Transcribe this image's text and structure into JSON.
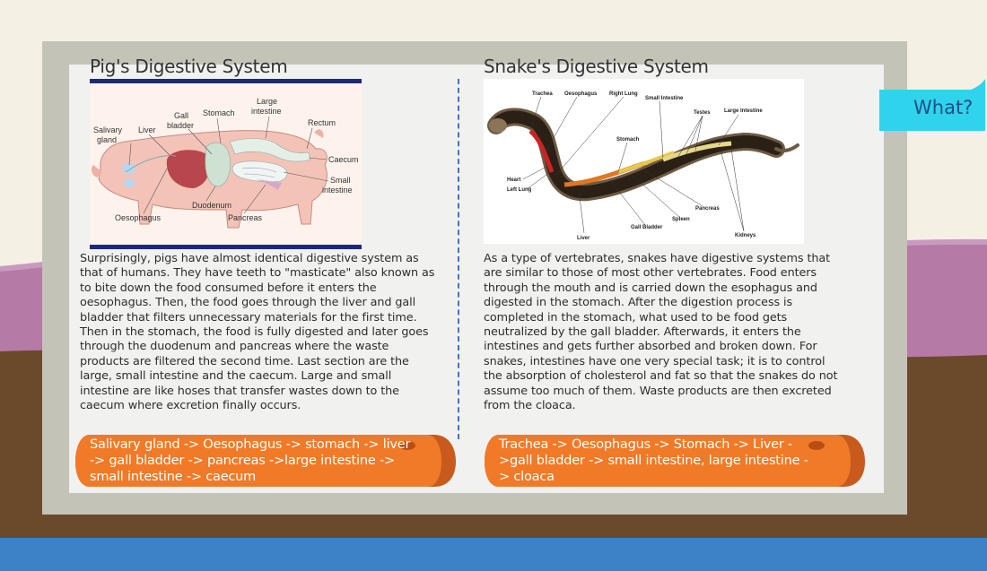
{
  "colors": {
    "accent_orange": "#f07a28",
    "tab_cyan": "#2fd3ec",
    "divider_blue": "#3f74c7",
    "ground_brown": "#6b4a2b",
    "hill_purple": "#b67aa6",
    "water_blue": "#3b82c6"
  },
  "tab": {
    "label": "What?"
  },
  "pig": {
    "title": "Pig's Digestive System",
    "labels": [
      "Salivary gland",
      "Liver",
      "Gall bladder",
      "Stomach",
      "Large intestine",
      "Rectum",
      "Caecum",
      "Small intestine",
      "Duodenum",
      "Oesophagus",
      "Pancreas"
    ],
    "body": "Surprisingly, pigs have almost identical digestive system as that of humans. They have teeth to \"masticate\" also known as to bite down the food consumed before it enters the oesophagus. Then, the food goes through the liver and gall bladder that filters unnecessary materials for the first time. Then in the stomach, the food is fully digested and later goes through the duodenum and pancreas where the waste products are filtered the second time. Last section are the large, small intestine and the caecum. Large and small intestine are like hoses that transfer wastes down to the caecum where excretion finally occurs.",
    "path": "Salivary gland -> Oesophagus -> stomach -> liver -> gall bladder -> pancreas ->large intestine -> small intestine -> caecum"
  },
  "snake": {
    "title": "Snake's Digestive System",
    "labels": [
      "Trachea",
      "Oesophagus",
      "Right Lung",
      "Small Intestine",
      "Testes",
      "Large Intestine",
      "Stomach",
      "Heart",
      "Left Lung",
      "Pancreas",
      "Spleen",
      "Gall Bladder",
      "Kidneys",
      "Liver"
    ],
    "body": "As a type of vertebrates, snakes have digestive systems that are similar to those of most other vertebrates. Food enters through the mouth and is carried down the esophagus and digested in the stomach. After the digestion process is completed in the stomach, what used to be food gets neutralized by the gall bladder. Afterwards, it enters the intestines and gets further absorbed and broken down. For snakes, intestines have one very special task; it is to control the absorption of cholesterol and fat so that the snakes do not assume too much of them. Waste products are then excreted from the cloaca.",
    "path": "Trachea -> Oesophagus -> Stomach -> Liver - >gall bladder -> small intestine, large intestine -> cloaca"
  }
}
